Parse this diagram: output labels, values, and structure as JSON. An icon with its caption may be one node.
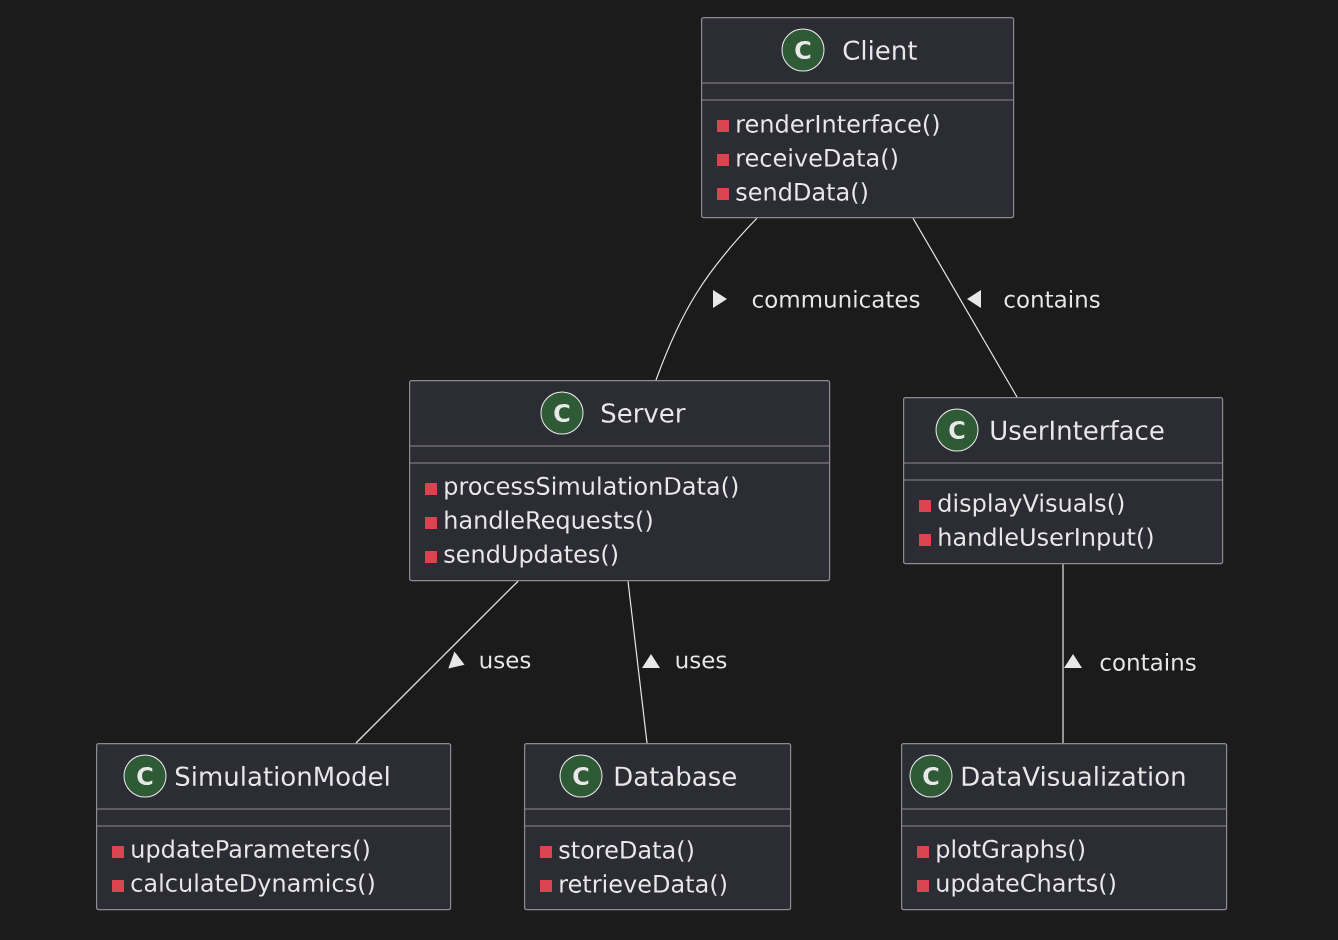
{
  "diagram": {
    "nodes": [
      {
        "text": [
          "C",
          "Client",
          "renderInterface()",
          "receiveData()",
          "sendData()"
        ]
      },
      {
        "text": [
          "C",
          "Server",
          "processSimulationData()",
          "handleRequests()",
          "sendUpdates()"
        ]
      },
      {
        "text": [
          "C",
          "UserInterface",
          "displayVisuals()",
          "handleUserInput()"
        ]
      },
      {
        "text": [
          "C",
          "SimulationModel",
          "updateParameters()",
          "calculateDynamics()"
        ]
      },
      {
        "text": [
          "C",
          "Database",
          "storeData()",
          "retrieveData()"
        ]
      },
      {
        "text": [
          "C",
          "DataVisualization",
          "plotGraphs()",
          "updateCharts()"
        ]
      }
    ],
    "edges": [
      {
        "from": 0,
        "to": 1,
        "arrow": "none",
        "label": "communicates"
      },
      {
        "from": 0,
        "to": 2,
        "arrow": "none",
        "label": "contains"
      },
      {
        "from": 1,
        "to": 3,
        "arrow": "none",
        "label": "uses"
      },
      {
        "from": 1,
        "to": 4,
        "arrow": "none",
        "label": "uses"
      },
      {
        "from": 2,
        "to": 5,
        "arrow": "none",
        "label": "contains"
      }
    ]
  }
}
